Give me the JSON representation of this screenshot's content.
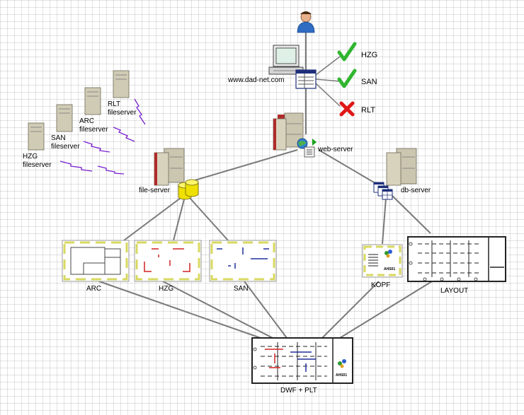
{
  "status_list": [
    {
      "label": "HZG",
      "status": "ok"
    },
    {
      "label": "SAN",
      "status": "ok"
    },
    {
      "label": "RLT",
      "status": "error"
    }
  ],
  "client": {
    "label": "www.dad-net.com"
  },
  "servers": {
    "web": {
      "label": "web-server"
    },
    "file": {
      "label": "file-server"
    },
    "db": {
      "label": "db-server"
    }
  },
  "fileservers": [
    {
      "line1": "RLT",
      "line2": "fileserver"
    },
    {
      "line1": "ARC",
      "line2": "fileserver"
    },
    {
      "line1": "SAN",
      "line2": "fileserver"
    },
    {
      "line1": "HZG",
      "line2": "fileserver"
    }
  ],
  "drawings": [
    {
      "label": "ARC"
    },
    {
      "label": "HZG"
    },
    {
      "label": "SAN"
    },
    {
      "label": "KOPF"
    },
    {
      "label": "LAYOUT"
    }
  ],
  "output": {
    "label": "DWF + PLT"
  },
  "stamp_text": "AHS01",
  "colors": {
    "ok": "#2fb52f",
    "error": "#e01818",
    "link": "#7a7a7a",
    "wireless": "#7a1fd0",
    "frame": "#d8d860"
  }
}
